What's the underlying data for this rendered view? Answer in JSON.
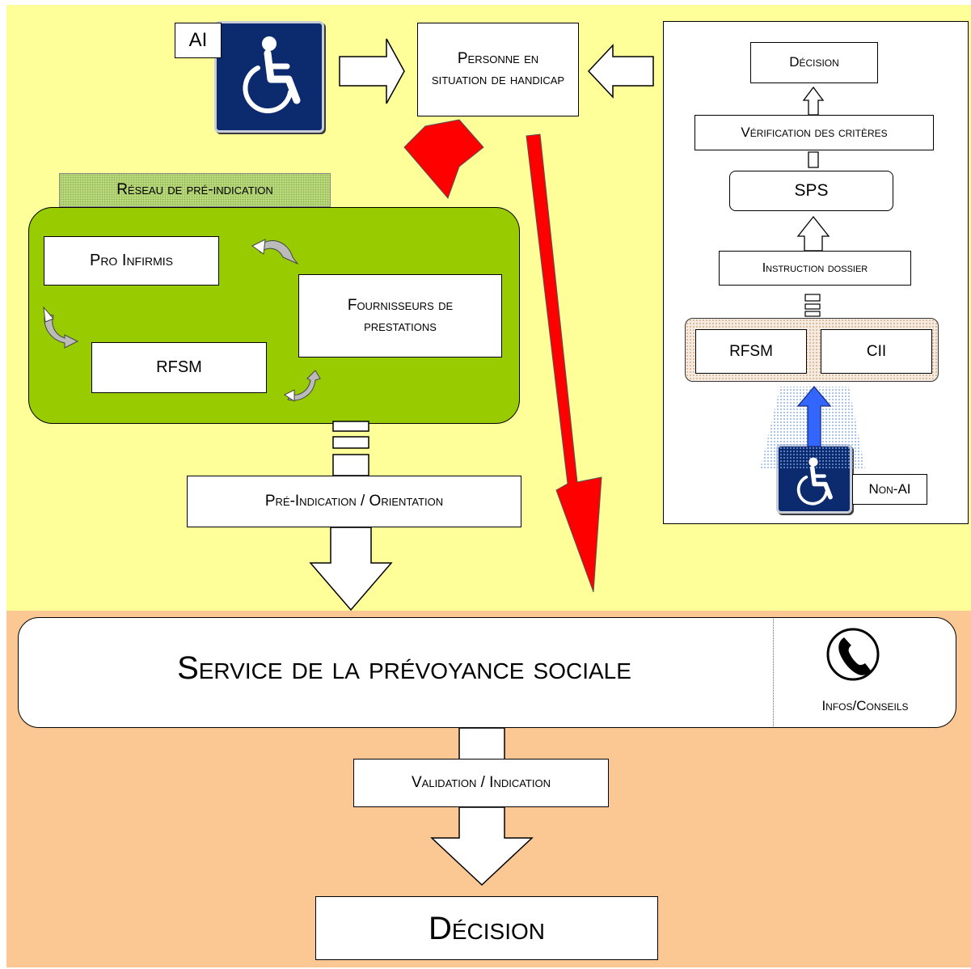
{
  "top": {
    "ai_label": "AI",
    "person": "Personne en situation de handicap"
  },
  "network": {
    "label": "Réseau de pré-indication",
    "pro_infirmis": "Pro Infirmis",
    "providers": "Fournisseurs de prestations",
    "rfsm": "RFSM"
  },
  "pre_indication": "Pré-Indication / Orientation",
  "non_ai_path": {
    "decision": "Décision",
    "verification": "Vérification des critères",
    "sps": "SPS",
    "instruction": "Instruction dossier",
    "rfsm": "RFSM",
    "cii": "CII",
    "non_ai_label": "Non-AI"
  },
  "service": {
    "title": "Service de la prévoyance sociale",
    "infos": "Infos/Conseils"
  },
  "validation": "Validation / Indication",
  "final_decision": "Décision",
  "icons": {
    "wheelchair": "wheelchair-icon",
    "phone": "phone-icon"
  },
  "colors": {
    "yellow_zone": "#ffff99",
    "orange_zone": "#fbc894",
    "network_green": "#99cc00",
    "red_arrow": "#ff0000",
    "blue_arrow": "#3366ff",
    "icon_blue": "#0c2a6e"
  }
}
